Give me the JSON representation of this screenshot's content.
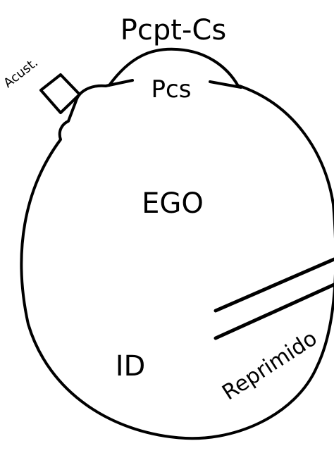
{
  "labels": {
    "pcpt_cs": "Pcpt-Cs",
    "pcs": "Pcs",
    "acust": "Acust.",
    "ego": "EGO",
    "id": "ID",
    "reprimido": "Reprimido"
  },
  "colors": {
    "ink": "#000000",
    "background": "#ffffff"
  }
}
